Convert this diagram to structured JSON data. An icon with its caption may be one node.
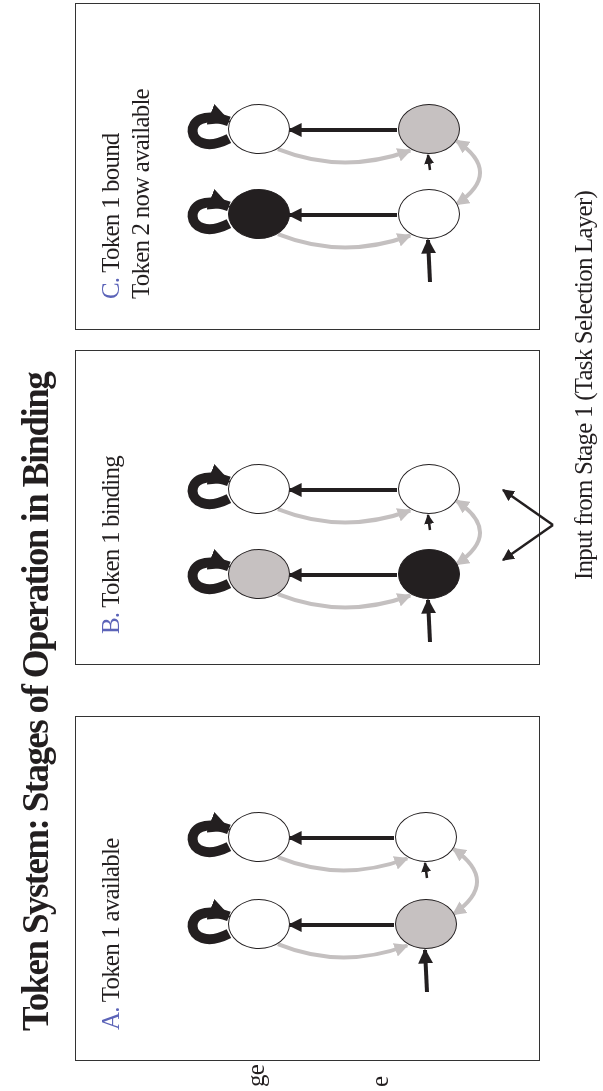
{
  "diagram": {
    "title": "Token System: Stages of Operation in Binding",
    "nodes": [
      {
        "text": [
          "A. Token 1 available"
        ]
      },
      {
        "text": [],
        "shape": "circle",
        "in": 0
      },
      {
        "text": [],
        "shape": "circle",
        "in": 0
      },
      {
        "text": [],
        "shape": "circle",
        "in": 0
      },
      {
        "text": [],
        "shape": "circle",
        "in": 0
      },
      {
        "text": [
          "B. Token 1 binding"
        ]
      },
      {
        "text": [],
        "shape": "circle",
        "in": 5
      },
      {
        "text": [],
        "shape": "circle",
        "in": 5
      },
      {
        "text": [],
        "shape": "circle",
        "in": 5
      },
      {
        "text": [],
        "shape": "circle",
        "in": 5
      },
      {
        "text": [
          "C. Token 1 bound",
          "Token 2 now available"
        ]
      },
      {
        "text": [],
        "shape": "circle",
        "in": 10
      },
      {
        "text": [],
        "shape": "circle",
        "in": 10
      },
      {
        "text": [],
        "shape": "circle",
        "in": 10
      },
      {
        "text": [],
        "shape": "circle",
        "in": 10
      }
    ],
    "edges": [
      {
        "from": 1,
        "to": 1,
        "arrow": "to",
        "style": "thick"
      },
      {
        "from": 2,
        "to": 2,
        "arrow": "to",
        "style": "thick"
      },
      {
        "from": 3,
        "to": 1,
        "arrow": "to"
      },
      {
        "from": 4,
        "to": 2,
        "arrow": "to"
      },
      {
        "from": 1,
        "to": 3,
        "arrow": "to",
        "color": "#c4c0c0"
      },
      {
        "from": 2,
        "to": 4,
        "arrow": "to",
        "color": "#c4c0c0"
      },
      {
        "from": 3,
        "to": 4,
        "arrow": "both",
        "color": "#c4c0c0"
      },
      {
        "from": null,
        "to": 3,
        "arrow": "to"
      },
      {
        "from": null,
        "to": 4,
        "arrow": "to"
      },
      {
        "from": 6,
        "to": 6,
        "arrow": "to",
        "style": "thick"
      },
      {
        "from": 7,
        "to": 7,
        "arrow": "to",
        "style": "thick"
      },
      {
        "from": 8,
        "to": 6,
        "arrow": "to"
      },
      {
        "from": 9,
        "to": 7,
        "arrow": "to"
      },
      {
        "from": 6,
        "to": 8,
        "arrow": "to",
        "color": "#c4c0c0"
      },
      {
        "from": 7,
        "to": 9,
        "arrow": "to",
        "color": "#c4c0c0"
      },
      {
        "from": 8,
        "to": 9,
        "arrow": "both",
        "color": "#c4c0c0"
      },
      {
        "from": null,
        "to": 8,
        "arrow": "to"
      },
      {
        "from": null,
        "to": 9,
        "arrow": "to"
      },
      {
        "from": 11,
        "to": 11,
        "arrow": "to",
        "style": "thick"
      },
      {
        "from": 12,
        "to": 12,
        "arrow": "to",
        "style": "thick"
      },
      {
        "from": 13,
        "to": 11,
        "arrow": "to"
      },
      {
        "from": 14,
        "to": 12,
        "arrow": "to"
      },
      {
        "from": 11,
        "to": 13,
        "arrow": "to",
        "color": "#c4c0c0"
      },
      {
        "from": 12,
        "to": 14,
        "arrow": "to",
        "color": "#c4c0c0"
      },
      {
        "from": 13,
        "to": 14,
        "arrow": "both",
        "color": "#c4c0c0"
      },
      {
        "from": null,
        "to": 13,
        "arrow": "to"
      },
      {
        "from": null,
        "to": 14,
        "arrow": "to"
      }
    ],
    "labels": [
      "Input from Stage 1 (Task Selection Layer)",
      "ge",
      "e"
    ]
  }
}
